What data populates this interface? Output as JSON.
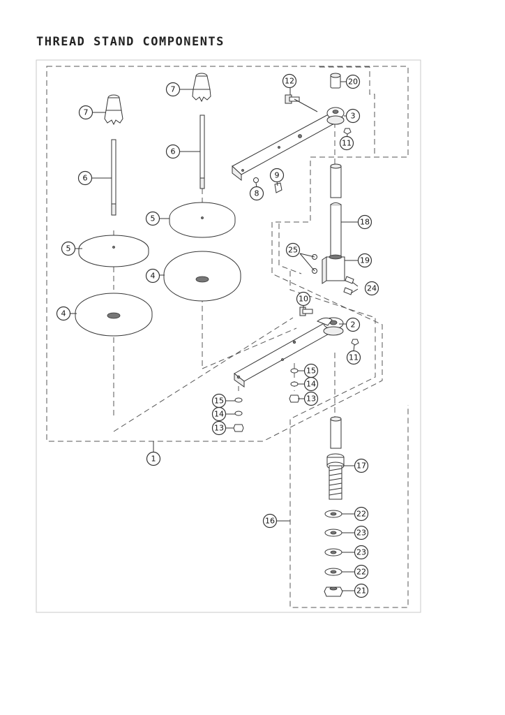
{
  "page": {
    "title": "THREAD STAND COMPONENTS"
  },
  "callouts": {
    "c1": "1",
    "c2": "2",
    "c3": "3",
    "c4a": "4",
    "c4b": "4",
    "c5a": "5",
    "c5b": "5",
    "c6a": "6",
    "c6b": "6",
    "c7a": "7",
    "c7b": "7",
    "c8": "8",
    "c9": "9",
    "c10": "10",
    "c11a": "11",
    "c11b": "11",
    "c12": "12",
    "c13a": "13",
    "c13b": "13",
    "c14a": "14",
    "c14b": "14",
    "c15a": "15",
    "c15b": "15",
    "c16": "16",
    "c17": "17",
    "c18": "18",
    "c19": "19",
    "c20": "20",
    "c21": "21",
    "c22a": "22",
    "c22b": "22",
    "c23a": "23",
    "c23b": "23",
    "c24": "24",
    "c25": "25"
  }
}
